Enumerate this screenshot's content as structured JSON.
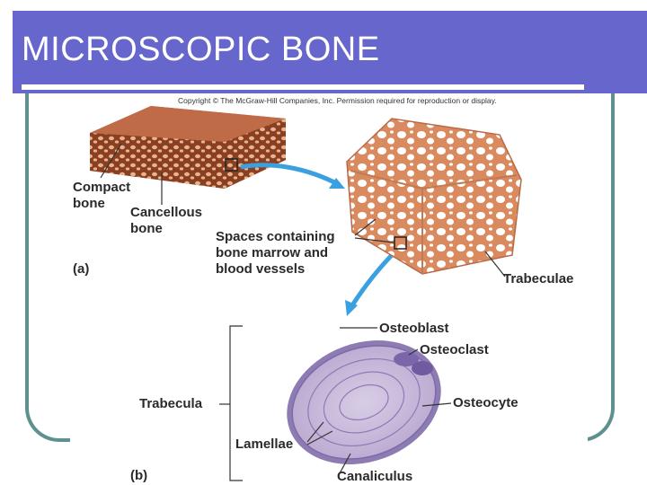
{
  "header": {
    "title": "MICROSCOPIC BONE"
  },
  "figure": {
    "copyright": "Copyright © The McGraw-Hill Companies, Inc. Permission required for reproduction or display.",
    "panel_a": "(a)",
    "panel_b": "(b)",
    "labels": {
      "compact_bone": [
        "Compact",
        "bone"
      ],
      "cancellous_bone": [
        "Cancellous",
        "bone"
      ],
      "spaces": [
        "Spaces containing",
        "bone marrow and",
        "blood vessels"
      ],
      "trabeculae": "Trabeculae",
      "osteoblast": "Osteoblast",
      "osteoclast": "Osteoclast",
      "osteocyte": "Osteocyte",
      "trabecula": "Trabecula",
      "lamellae": "Lamellae",
      "canaliculus": "Canaliculus"
    }
  },
  "colors": {
    "title_bar": "#6666cc",
    "frame": "#5f9090",
    "arrow": "#3aa0e0",
    "bone": "#e8a878",
    "bone_dark": "#b86a48",
    "trabecula_fill": "#c8b8d8"
  }
}
